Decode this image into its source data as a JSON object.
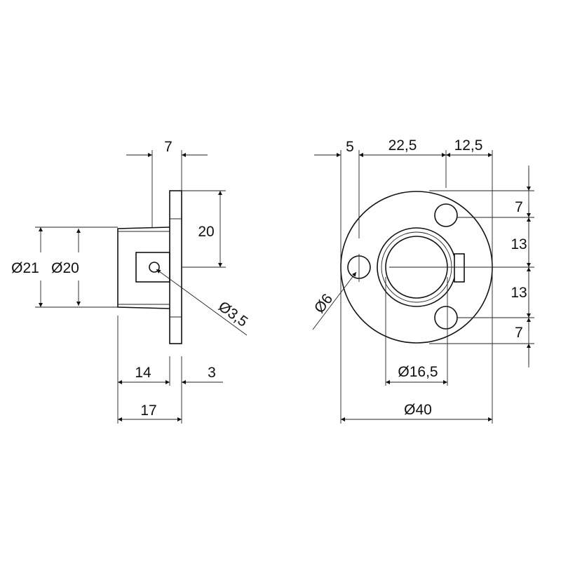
{
  "side_view": {
    "dims": {
      "top_width": "7",
      "height": "20",
      "hole_dia": "Ø3,5",
      "outer_dia": "Ø21",
      "inner_dia": "Ø20",
      "body_len": "14",
      "flange_thk": "3",
      "total_len": "17"
    }
  },
  "front_view": {
    "dims": {
      "left_offset": "5",
      "mid_span": "22,5",
      "right_span": "12,5",
      "top_gap": "7",
      "upper_pitch": "13",
      "lower_pitch": "13",
      "bottom_gap": "7",
      "hole_dia": "Ø6",
      "bore_dia": "Ø16,5",
      "flange_dia": "Ø40"
    }
  }
}
